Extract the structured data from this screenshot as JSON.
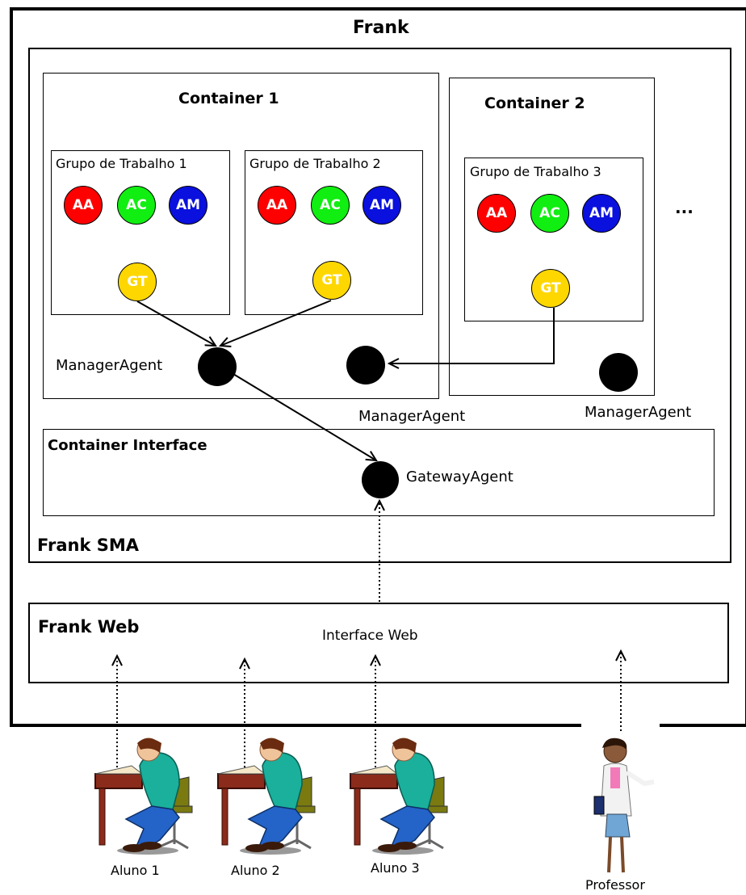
{
  "title": "Frank",
  "sma": {
    "label": "Frank SMA",
    "container1": {
      "title": "Container 1",
      "groups": [
        {
          "title": "Grupo de Trabalho 1",
          "agents": [
            "AA",
            "AC",
            "AM"
          ],
          "gt": "GT"
        },
        {
          "title": "Grupo de Trabalho 2",
          "agents": [
            "AA",
            "AC",
            "AM"
          ],
          "gt": "GT"
        }
      ],
      "manager_label": "ManagerAgent"
    },
    "container2": {
      "title": "Container 2",
      "group": {
        "title": "Grupo de Trabalho 3",
        "agents": [
          "AA",
          "AC",
          "AM"
        ],
        "gt": "GT"
      },
      "manager_label": "ManagerAgent"
    },
    "ellipsis": "...",
    "middle_manager_label": "ManagerAgent",
    "interface": {
      "title": "Container Interface",
      "gateway_label": "GatewayAgent"
    }
  },
  "web": {
    "label": "Frank Web",
    "interface_label": "Interface Web"
  },
  "users": [
    "Aluno 1",
    "Aluno 2",
    "Aluno 3"
  ],
  "professor": "Professor",
  "colors": {
    "AA": "#ff0000",
    "AC": "#11ee11",
    "AM": "#0a10dd",
    "GT": "#ffd700"
  }
}
